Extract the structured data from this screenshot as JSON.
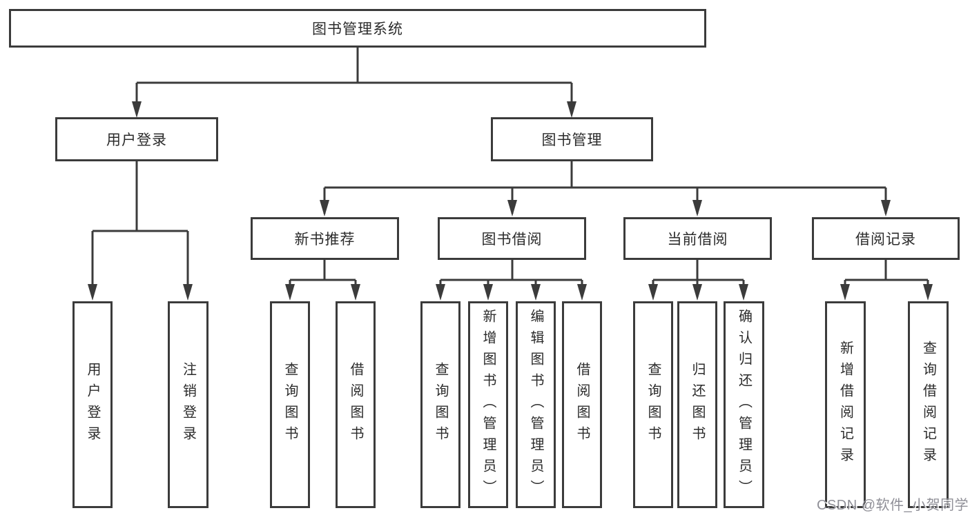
{
  "diagram_type": "function-structure-tree",
  "colors": {
    "line": "#3b3b3b",
    "box_border": "#3b3b3b",
    "box_fill": "#ffffff",
    "text": "#2b2b2b",
    "background": "#ffffff",
    "watermark_text": "#8f8f97"
  },
  "watermark": {
    "text": "CSDN @软件_小贺同学"
  },
  "tree": {
    "root": {
      "label": "图书管理系统",
      "children": [
        {
          "label": "用户登录",
          "children": [
            {
              "label": "用户登录"
            },
            {
              "label": "注销登录"
            }
          ]
        },
        {
          "label": "图书管理",
          "children": [
            {
              "label": "新书推荐",
              "children": [
                {
                  "label": "查询图书"
                },
                {
                  "label": "借阅图书"
                }
              ]
            },
            {
              "label": "图书借阅",
              "children": [
                {
                  "label": "查询图书"
                },
                {
                  "label": "新增图书（管理员）"
                },
                {
                  "label": "编辑图书（管理员）"
                },
                {
                  "label": "借阅图书"
                }
              ]
            },
            {
              "label": "当前借阅",
              "children": [
                {
                  "label": "查询图书"
                },
                {
                  "label": "归还图书"
                },
                {
                  "label": "确认归还（管理员）"
                }
              ]
            },
            {
              "label": "借阅记录",
              "children": [
                {
                  "label": "新增借阅记录"
                },
                {
                  "label": "查询借阅记录"
                }
              ]
            }
          ]
        }
      ]
    }
  }
}
